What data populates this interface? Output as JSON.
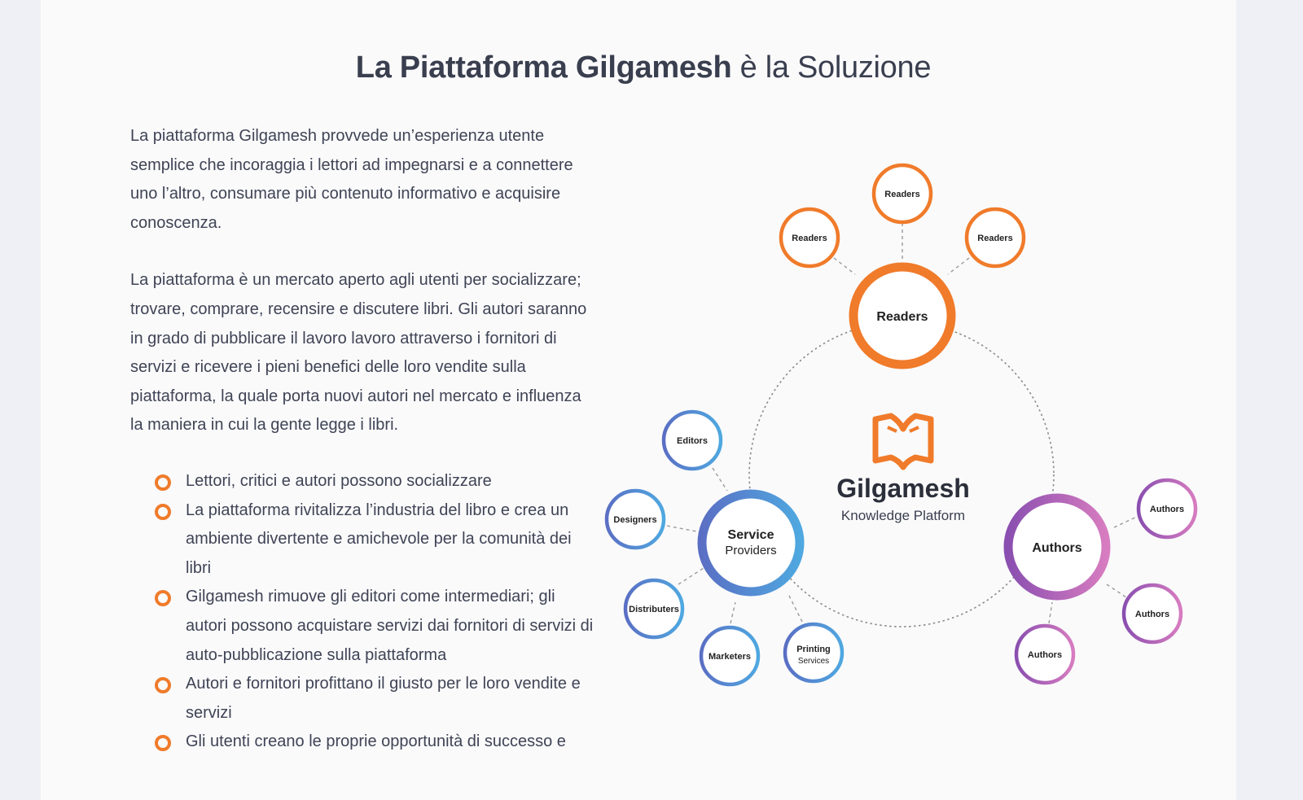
{
  "title": {
    "bold": "La Piattaforma Gilgamesh",
    "light": " è la Soluzione"
  },
  "paragraphs": [
    "La piattaforma Gilgamesh provvede un’esperienza utente semplice che incoraggia i lettori ad impegnarsi e a connettere uno l’altro, consumare più contenuto informativo e acquisire conoscenza.",
    "La piattaforma è un mercato aperto agli utenti per socializzare; trovare, comprare, recensire e discutere libri. Gli autori saranno in grado di pubblicare il lavoro lavoro attraverso i fornitori di servizi e ricevere i pieni benefici delle loro vendite sulla piattaforma, la quale porta nuovi autori nel mercato e influenza la maniera in cui la gente legge i libri."
  ],
  "bullets": [
    "Lettori, critici e autori possono socializzare",
    "La piattaforma rivitalizza l’industria del libro e crea un ambiente divertente e amichevole per la comunità dei libri",
    "Gilgamesh rimuove gli editori come intermediari; gli autori possono acquistare servizi dai fornitori di servizi di auto-pubblicazione sulla piattaforma",
    "Autori e fornitori profittano il giusto per le loro vendite e servizi",
    "Gli utenti creano le proprie opportunità di successo e"
  ],
  "diagram": {
    "brand": "Gilgamesh",
    "tagline": "Knowledge Platform",
    "logo_icon": "open-book-icon",
    "colors": {
      "readers": "#f07b2a",
      "providers_start": "#5a6fc4",
      "providers_end": "#4fa8e0",
      "authors_start": "#8a4fb0",
      "authors_end": "#d77cc0"
    },
    "hubs": {
      "readers": [
        "Readers"
      ],
      "providers": [
        "Service",
        "Providers"
      ],
      "authors": [
        "Authors"
      ]
    },
    "readers_nodes": [
      [
        "Readers"
      ],
      [
        "Readers"
      ],
      [
        "Readers"
      ]
    ],
    "provider_nodes": [
      [
        "Editors"
      ],
      [
        "Designers"
      ],
      [
        "Distributers"
      ],
      [
        "Marketers"
      ],
      [
        "Printing",
        "Services"
      ]
    ],
    "author_nodes": [
      [
        "Authors"
      ],
      [
        "Authors"
      ],
      [
        "Authors"
      ]
    ]
  }
}
